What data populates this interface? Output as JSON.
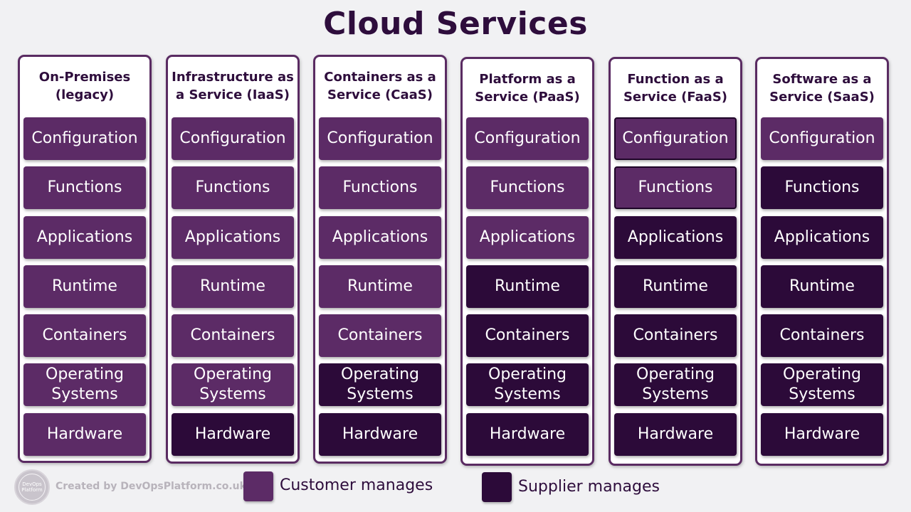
{
  "title": "Cloud Services",
  "colors": {
    "customer": "#5c2b66",
    "supplier": "#2c0a39",
    "title_text": "#2e0d3c",
    "column_border": "#5a2b62"
  },
  "columns": [
    {
      "title_line1": "On-Premises",
      "title_line2": "(legacy)",
      "layers": [
        {
          "label_line1": "Configuration",
          "label_line2": "",
          "managed_by": "customer"
        },
        {
          "label_line1": "Functions",
          "label_line2": "",
          "managed_by": "customer"
        },
        {
          "label_line1": "Applications",
          "label_line2": "",
          "managed_by": "customer"
        },
        {
          "label_line1": "Runtime",
          "label_line2": "",
          "managed_by": "customer"
        },
        {
          "label_line1": "Containers",
          "label_line2": "",
          "managed_by": "customer"
        },
        {
          "label_line1": "Operating",
          "label_line2": "Systems",
          "managed_by": "customer"
        },
        {
          "label_line1": "Hardware",
          "label_line2": "",
          "managed_by": "customer"
        }
      ]
    },
    {
      "title_line1": "Infrastructure as",
      "title_line2": "a Service (IaaS)",
      "layers": [
        {
          "label_line1": "Configuration",
          "label_line2": "",
          "managed_by": "customer"
        },
        {
          "label_line1": "Functions",
          "label_line2": "",
          "managed_by": "customer"
        },
        {
          "label_line1": "Applications",
          "label_line2": "",
          "managed_by": "customer"
        },
        {
          "label_line1": "Runtime",
          "label_line2": "",
          "managed_by": "customer"
        },
        {
          "label_line1": "Containers",
          "label_line2": "",
          "managed_by": "customer"
        },
        {
          "label_line1": "Operating",
          "label_line2": "Systems",
          "managed_by": "customer"
        },
        {
          "label_line1": "Hardware",
          "label_line2": "",
          "managed_by": "supplier"
        }
      ]
    },
    {
      "title_line1": "Containers as a",
      "title_line2": "Service (CaaS)",
      "layers": [
        {
          "label_line1": "Configuration",
          "label_line2": "",
          "managed_by": "customer"
        },
        {
          "label_line1": "Functions",
          "label_line2": "",
          "managed_by": "customer"
        },
        {
          "label_line1": "Applications",
          "label_line2": "",
          "managed_by": "customer"
        },
        {
          "label_line1": "Runtime",
          "label_line2": "",
          "managed_by": "customer"
        },
        {
          "label_line1": "Containers",
          "label_line2": "",
          "managed_by": "customer"
        },
        {
          "label_line1": "Operating",
          "label_line2": "Systems",
          "managed_by": "supplier"
        },
        {
          "label_line1": "Hardware",
          "label_line2": "",
          "managed_by": "supplier"
        }
      ]
    },
    {
      "title_line1": "Platform as a",
      "title_line2": "Service (PaaS)",
      "layers": [
        {
          "label_line1": "Configuration",
          "label_line2": "",
          "managed_by": "customer"
        },
        {
          "label_line1": "Functions",
          "label_line2": "",
          "managed_by": "customer"
        },
        {
          "label_line1": "Applications",
          "label_line2": "",
          "managed_by": "customer"
        },
        {
          "label_line1": "Runtime",
          "label_line2": "",
          "managed_by": "supplier"
        },
        {
          "label_line1": "Containers",
          "label_line2": "",
          "managed_by": "supplier"
        },
        {
          "label_line1": "Operating",
          "label_line2": "Systems",
          "managed_by": "supplier"
        },
        {
          "label_line1": "Hardware",
          "label_line2": "",
          "managed_by": "supplier"
        }
      ]
    },
    {
      "title_line1": "Function as a",
      "title_line2": "Service (FaaS)",
      "layers": [
        {
          "label_line1": "Configuration",
          "label_line2": "",
          "managed_by": "customer"
        },
        {
          "label_line1": "Functions",
          "label_line2": "",
          "managed_by": "customer"
        },
        {
          "label_line1": "Applications",
          "label_line2": "",
          "managed_by": "supplier"
        },
        {
          "label_line1": "Runtime",
          "label_line2": "",
          "managed_by": "supplier"
        },
        {
          "label_line1": "Containers",
          "label_line2": "",
          "managed_by": "supplier"
        },
        {
          "label_line1": "Operating",
          "label_line2": "Systems",
          "managed_by": "supplier"
        },
        {
          "label_line1": "Hardware",
          "label_line2": "",
          "managed_by": "supplier"
        }
      ]
    },
    {
      "title_line1": "Software as a",
      "title_line2": "Service (SaaS)",
      "layers": [
        {
          "label_line1": "Configuration",
          "label_line2": "",
          "managed_by": "customer"
        },
        {
          "label_line1": "Functions",
          "label_line2": "",
          "managed_by": "supplier"
        },
        {
          "label_line1": "Applications",
          "label_line2": "",
          "managed_by": "supplier"
        },
        {
          "label_line1": "Runtime",
          "label_line2": "",
          "managed_by": "supplier"
        },
        {
          "label_line1": "Containers",
          "label_line2": "",
          "managed_by": "supplier"
        },
        {
          "label_line1": "Operating",
          "label_line2": "Systems",
          "managed_by": "supplier"
        },
        {
          "label_line1": "Hardware",
          "label_line2": "",
          "managed_by": "supplier"
        }
      ]
    }
  ],
  "legend": {
    "customer_label": "Customer manages",
    "supplier_label": "Supplier manages"
  },
  "footer": {
    "logo_line1": "DevOps",
    "logo_line2": "Platform",
    "credit": "Created by DevOpsPlatform.co.uk"
  }
}
